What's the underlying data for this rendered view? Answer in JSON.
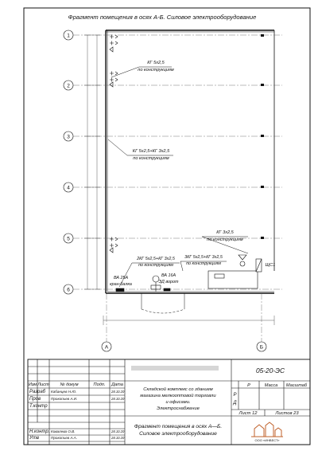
{
  "drawing": {
    "title": "Фрагмент помещения в осях А-Б. Силовое электрооборудование",
    "grid_rows": [
      "1",
      "2",
      "3",
      "4",
      "5",
      "6"
    ],
    "grid_cols": [
      "А",
      "Б"
    ],
    "cable_labels": [
      {
        "line1": "КГ 5х2,5",
        "line2": "по конструкциям"
      },
      {
        "line1": "КГ 5х2,5+КГ 3х2,5",
        "line2": "по конструкциям"
      },
      {
        "line1": "КГ 3х2,5",
        "line2": "по конструкциям"
      },
      {
        "line1": "2КГ 5х2,5+КГ 3х2,5",
        "line2": "по конструкциям"
      },
      {
        "line1": "3КГ 5х2,5+КГ 3х2,5",
        "line2": "по конструкциям"
      }
    ],
    "equipment": [
      {
        "line1": "ВА 25А",
        "line2": "кран-балка"
      },
      {
        "line1": "ВА 16А",
        "line2": "ЭД ворот"
      },
      {
        "line1": "ЩС1",
        "line2": ""
      }
    ]
  },
  "stamp": {
    "code": "05-20-ЭС",
    "project": [
      "Складской комплекс со зданием",
      "магазина мелкооптовой торговли",
      "и офисами.",
      "Электроснабжение"
    ],
    "sheet_title": [
      "Фрагмент помещения в осях А—Б.",
      "Силовое электрооборудование"
    ],
    "stage_head": "Р",
    "stage_val": "Д",
    "mass_head": "Масса",
    "scale_head": "Масштаб",
    "sheet_label": "Лист 12",
    "sheets_label": "Листов 23",
    "company": "ООО «ИНВЕСТ»",
    "headers": [
      "Изм",
      "Лист",
      "№ докум",
      "Подп.",
      "Дата"
    ],
    "roles": [
      {
        "role": "Разраб",
        "name": "Кабанцев Н.Ю.",
        "date": "28.10.20"
      },
      {
        "role": "Пров",
        "name": "Прокопьев А.И.",
        "date": "28.10.20"
      },
      {
        "role": "Т.контр",
        "name": "",
        "date": ""
      },
      {
        "role": "",
        "name": "",
        "date": ""
      },
      {
        "role": "Н.контр.",
        "name": "Ковалева О.В.",
        "date": "28.10.20"
      },
      {
        "role": "Утв",
        "name": "Прокопьев А.А.",
        "date": "28.10.20"
      }
    ]
  }
}
